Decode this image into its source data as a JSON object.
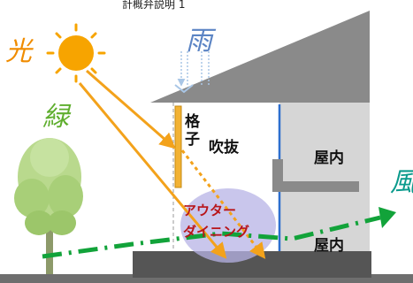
{
  "caption": "計概弁説明 1",
  "keywords": {
    "light": "光",
    "rain": "雨",
    "green": "緑",
    "wind": "風"
  },
  "labels": {
    "koshi": "格子",
    "fukinuke": "吹抜",
    "indoor_upper": "屋内",
    "indoor_lower": "屋内",
    "outer_dining_line1": "アウター",
    "outer_dining_line2": "ダイニング"
  },
  "colors": {
    "light": "#f08c00",
    "rain": "#5b84c4",
    "green": "#5fae2e",
    "wind": "#0a9a8c",
    "sun": "#f7a400",
    "sun_ray_arrow": "#f3a21b",
    "lattice": "#f2b233",
    "wind_path": "#12a33a",
    "house_wall": "#d6d6d6",
    "house_frame": "#8a8a8a",
    "floor_slab": "#555555",
    "dining_ellipse": "#b7b3e6",
    "dining_text": "#b8151a",
    "glass_line": "#2d6fcf"
  },
  "icons": {
    "sun": "sun-icon",
    "tree": "tree-icon",
    "rain": "rain-arrows-icon"
  }
}
